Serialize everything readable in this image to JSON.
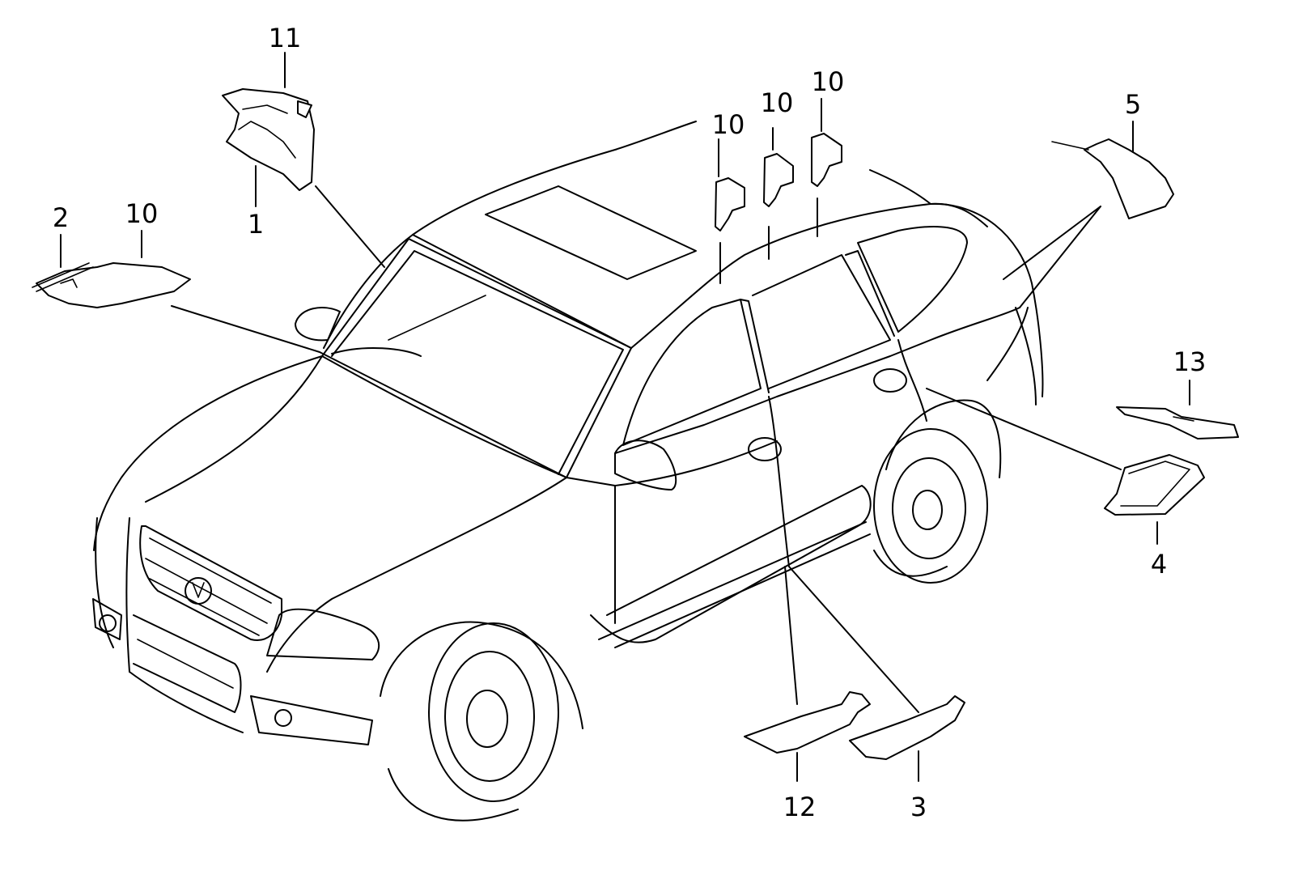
{
  "diagram": {
    "callouts": [
      {
        "id": "c11",
        "text": "11"
      },
      {
        "id": "c1",
        "text": "1"
      },
      {
        "id": "c2",
        "text": "2"
      },
      {
        "id": "c10a",
        "text": "10"
      },
      {
        "id": "c10b",
        "text": "10"
      },
      {
        "id": "c10c",
        "text": "10"
      },
      {
        "id": "c10d",
        "text": "10"
      },
      {
        "id": "c5",
        "text": "5"
      },
      {
        "id": "c13",
        "text": "13"
      },
      {
        "id": "c4",
        "text": "4"
      },
      {
        "id": "c12",
        "text": "12"
      },
      {
        "id": "c3",
        "text": "3"
      }
    ]
  }
}
